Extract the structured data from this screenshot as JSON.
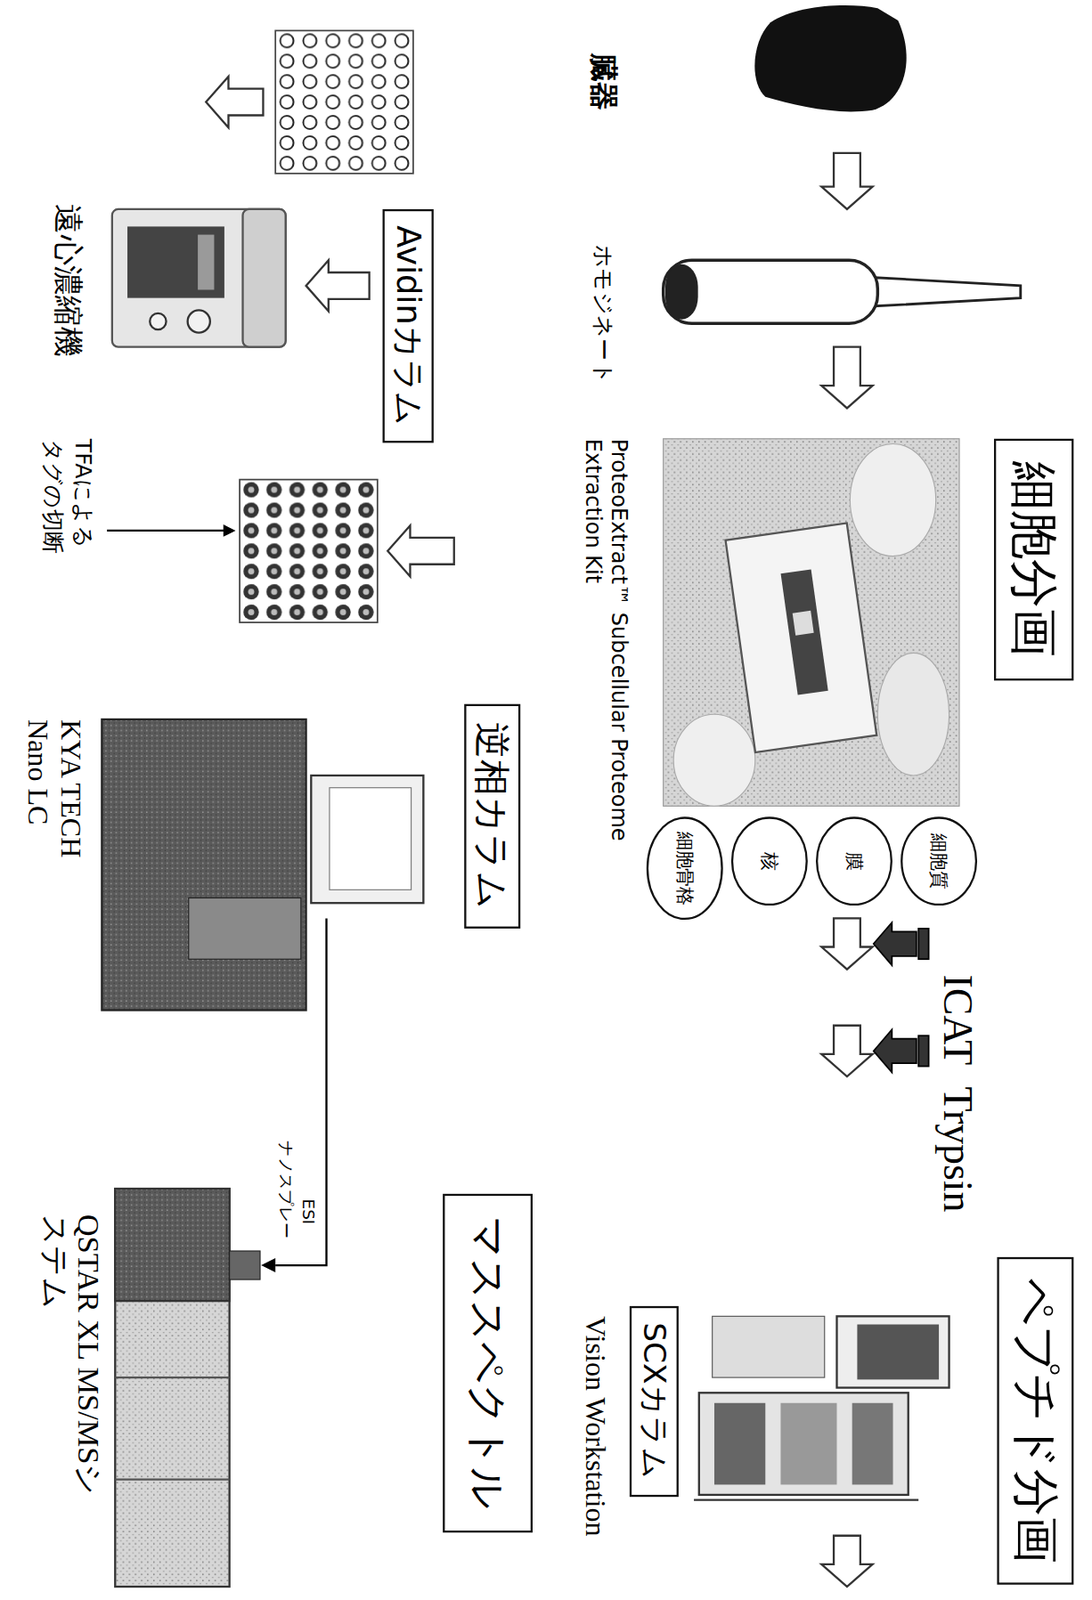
{
  "diagram": {
    "nodes": [
      {
        "text": [
          "細胞分画"
        ]
      },
      {
        "text": [
          "細胞質"
        ]
      },
      {
        "text": [
          "膜"
        ]
      },
      {
        "text": [
          "核"
        ]
      },
      {
        "text": [
          "細胞骨格"
        ]
      },
      {
        "text": [
          "ペプチド分画"
        ]
      },
      {
        "text": [
          "SCXカラム"
        ]
      },
      {
        "text": [
          "Avidinカラム"
        ]
      },
      {
        "text": [
          "逆相カラム"
        ]
      },
      {
        "text": [
          "マススペクトル"
        ]
      }
    ],
    "labels": [
      "臓器",
      "ホモジネート",
      "ProteoExtract™ Subcellular Proteome Extraction Kit",
      "ICAT",
      "Trypsin",
      "Vision Workstation",
      "遠心濃縮機",
      "TFAによる タグの切断",
      "KYA TECH Nano LC",
      "ESI",
      "ナノスプレー",
      "QSTAR XL MS/MSシステム"
    ]
  }
}
